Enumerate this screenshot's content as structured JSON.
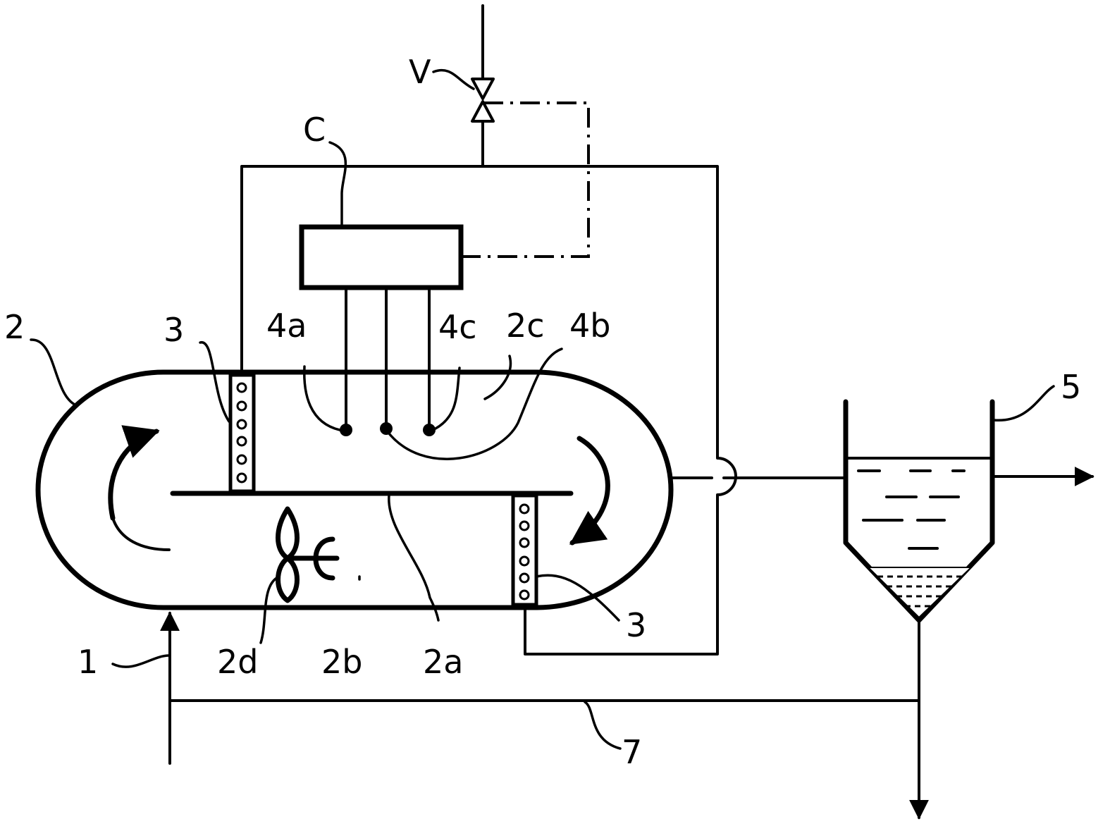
{
  "labels": {
    "valve": "V",
    "controller": "C",
    "tank": "2",
    "aerator_left": "3",
    "aerator_right": "3",
    "probe_a": "4a",
    "probe_c": "4c",
    "probe_b": "4b",
    "zone_c": "2c",
    "wall": "2a",
    "zone_b": "2b",
    "mixer": "2d",
    "inlet": "1",
    "clarifier": "5",
    "recycle": "7"
  },
  "colors": {
    "line": "#000000",
    "background": "#ffffff"
  }
}
